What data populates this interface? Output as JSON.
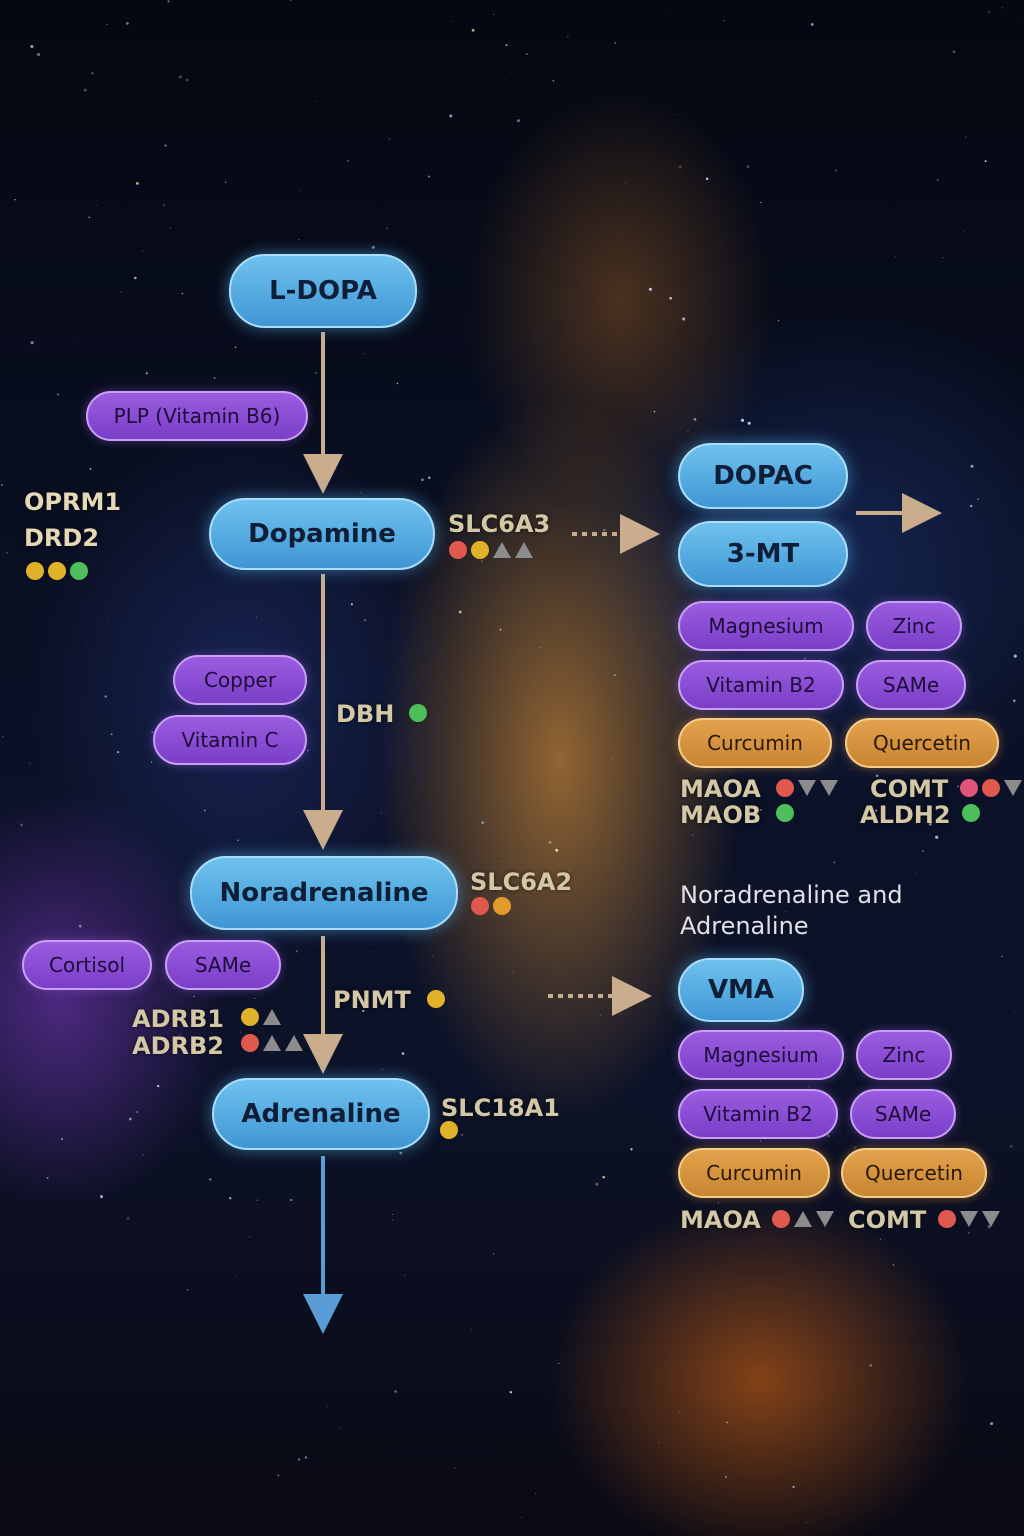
{
  "nodes": {
    "ldopa": "L-DOPA",
    "dopamine": "Dopamine",
    "noradrenaline": "Noradrenaline",
    "adrenaline": "Adrenaline",
    "dopac": "DOPAC",
    "mt3": "3-MT",
    "vma": "VMA"
  },
  "cofactors": {
    "plp": "PLP (Vitamin B6)",
    "copper": "Copper",
    "vitamin_c": "Vitamin C",
    "cortisol": "Cortisol",
    "same": "SAMe"
  },
  "genes": {
    "oprm1": "OPRM1",
    "drd2": "DRD2",
    "slc6a3": "SLC6A3",
    "dbh": "DBH",
    "slc6a2": "SLC6A2",
    "pnmt": "PNMT",
    "adrb1": "ADRB1",
    "adrb2": "ADRB2",
    "slc18a1": "SLC18A1"
  },
  "dopamine_metab": {
    "pills": [
      {
        "label": "Magnesium",
        "color": "purple"
      },
      {
        "label": "Zinc",
        "color": "purple"
      },
      {
        "label": "Vitamin B2",
        "color": "purple"
      },
      {
        "label": "SAMe",
        "color": "purple"
      },
      {
        "label": "Curcumin",
        "color": "orange"
      },
      {
        "label": "Quercetin",
        "color": "orange"
      }
    ],
    "genes": {
      "maoa": "MAOA",
      "maob": "MAOB",
      "comt": "COMT",
      "aldh2": "ALDH2"
    }
  },
  "na_metab": {
    "caption": "Noradrenaline and Adrenaline",
    "pills": [
      {
        "label": "Magnesium",
        "color": "purple"
      },
      {
        "label": "Zinc",
        "color": "purple"
      },
      {
        "label": "Vitamin B2",
        "color": "purple"
      },
      {
        "label": "SAMe",
        "color": "purple"
      },
      {
        "label": "Curcumin",
        "color": "orange"
      },
      {
        "label": "Quercetin",
        "color": "orange"
      }
    ],
    "genes": {
      "maoa": "MAOA",
      "comt": "COMT"
    }
  },
  "marker_colors": {
    "red": "#e0594f",
    "yellow": "#e0b22a",
    "green": "#4cbf5a",
    "pink": "#e0557a",
    "grey": "#8c8c8c"
  },
  "markers": {
    "oprm1_drd2": [
      "dot-yellow",
      "dot-yellow",
      "dot-green"
    ],
    "slc6a3": [
      "dot-red",
      "dot-yellow",
      "tri-up",
      "tri-up"
    ],
    "dbh": [
      "dot-green"
    ],
    "slc6a2": [
      "dot-red",
      "dot-orange"
    ],
    "pnmt": [
      "dot-yellow"
    ],
    "adrb1": [
      "dot-yellow",
      "tri-up"
    ],
    "adrb2": [
      "dot-red",
      "tri-up",
      "tri-up"
    ],
    "slc18a1": [
      "dot-yellow"
    ],
    "maoa_top": [
      "dot-red",
      "tri-down",
      "tri-down"
    ],
    "maob": [
      "dot-green"
    ],
    "comt_top": [
      "dot-pink",
      "dot-red",
      "tri-down"
    ],
    "aldh2": [
      "dot-green"
    ],
    "maoa_bottom": [
      "dot-red",
      "tri-up",
      "tri-down"
    ],
    "comt_bottom": [
      "dot-red",
      "tri-down",
      "tri-down"
    ]
  }
}
